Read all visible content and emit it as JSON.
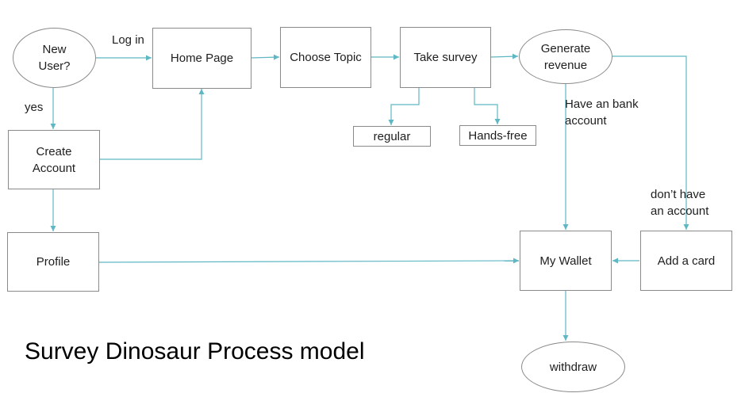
{
  "title": "Survey Dinosaur Process model",
  "nodes": {
    "new_user": "New User?",
    "home_page": "Home Page",
    "choose_topic": "Choose Topic",
    "take_survey": "Take survey",
    "generate_revenue": "Generate revenue",
    "create_account": "Create Account",
    "regular": "regular",
    "hands_free": "Hands-free",
    "profile": "Profile",
    "my_wallet": "My Wallet",
    "add_card": "Add a card",
    "withdraw": "withdraw"
  },
  "edge_labels": {
    "log_in": "Log in",
    "yes": "yes",
    "have_bank": "Have an bank account",
    "dont_have": "don’t have an account"
  },
  "colors": {
    "connector": "#5fb7c4",
    "node_border": "#8a8a8a"
  }
}
